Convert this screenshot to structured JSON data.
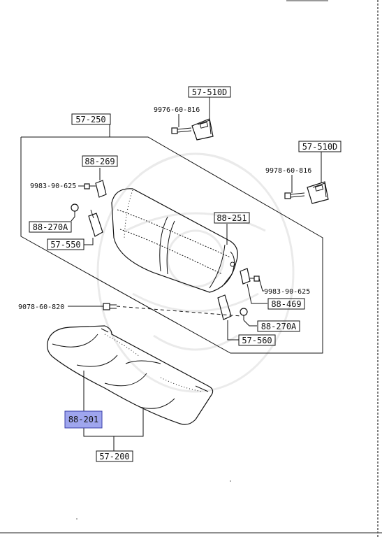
{
  "parts": {
    "p57_510d_top": "57-510D",
    "p9976_60_816": "9976-60-816",
    "p57_250": "57-250",
    "p57_510d_right": "57-510D",
    "p9978_60_816": "9978-60-816",
    "p88_269": "88-269",
    "p9983_90_625_left": "9983-90-625",
    "p88_251": "88-251",
    "p88_270a_left": "88-270A",
    "p57_550": "57-550",
    "p9983_90_625_right": "9983-90-625",
    "p88_469": "88-469",
    "p9078_60_820": "9078-60-820",
    "p88_270a_right": "88-270A",
    "p57_560": "57-560",
    "p88_201": "88-201",
    "p57_200": "57-200"
  },
  "colors": {
    "highlight_fill": "#9fa6ee",
    "highlight_stroke": "#3a3fa8",
    "line": "#111111"
  }
}
